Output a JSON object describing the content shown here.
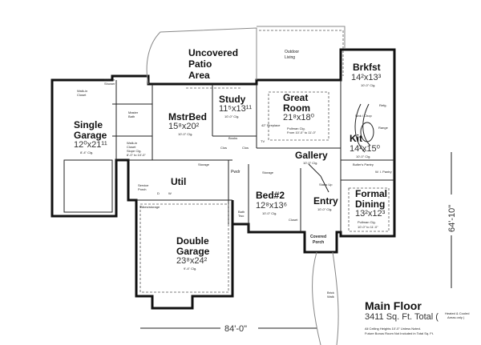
{
  "rooms": {
    "patio": {
      "name1": "Uncovered",
      "name2": "Patio",
      "name3": "Area"
    },
    "outdoor": {
      "name1": "Outdoor",
      "name2": "Living"
    },
    "brkfst": {
      "name": "Brkfst",
      "dims": "14²x13³",
      "clg": "10'-0\" Clg."
    },
    "kit": {
      "name": "Kit",
      "dims": "14²x15⁰",
      "clg": "10'-0\" Clg.",
      "sink": "Sink / Chop",
      "range": "Range",
      "refg": "Refg."
    },
    "butler": {
      "name": "Butler's Pantry"
    },
    "wipantry": {
      "name": "W. I. Pantry"
    },
    "dining": {
      "name1": "Formal",
      "name2": "Dining",
      "dims": "13²x12³",
      "clg1": "Pullman Clg.",
      "clg2": "10'-0\" to 11'-0\""
    },
    "great": {
      "name1": "Great",
      "name2": "Room",
      "dims": "21⁸x18⁰",
      "fireplace": "42\" Fireplace",
      "clg1": "Pullman Clg.",
      "clg2": "From 10'-0\" to 11'-0\"",
      "tv": "TV"
    },
    "study": {
      "name": "Study",
      "dims": "11⁵x13¹¹",
      "clg": "10'-0\" Clg.",
      "books": "Books"
    },
    "mstr": {
      "name": "MstrBed",
      "dims": "15⁸x20²",
      "clg": "10'-0\" Clg."
    },
    "mbath": {
      "name1": "Master",
      "name2": "Bath"
    },
    "wic1": {
      "name1": "Walk-in",
      "name2": "Closet"
    },
    "wis": {
      "name1": "Walk-in",
      "name2": "Shower"
    },
    "wic2": {
      "name1": "Walk-in",
      "name2": "Closet",
      "clg1": "Slope Clg.",
      "clg2": "8'-0\" to 10'-0\""
    },
    "single": {
      "name1": "Single",
      "name2": "Garage",
      "dims": "12⁰x21¹¹",
      "clg": "8'-4\" Clg."
    },
    "clos1": "Clos",
    "clos2": "Clos",
    "storage1": "Storage",
    "storage2": "Storage",
    "gallery": {
      "name": "Gallery",
      "clg": "10'-0\" Clg."
    },
    "util": {
      "name": "Util",
      "d": "D",
      "w": "W"
    },
    "service": {
      "name1": "Service",
      "name2": "Porch"
    },
    "pwdr": {
      "name": "Pwdr"
    },
    "bath2": {
      "name1": "Bath",
      "name2": "Two"
    },
    "bed2": {
      "name": "Bed#2",
      "dims": "12⁸x13⁶",
      "clg": "10'-0\" Clg.",
      "closet": "Closet"
    },
    "stairs": "Stairs Up",
    "entry": {
      "name": "Entry",
      "clg": "10'-0\" Clg."
    },
    "porch": {
      "name1": "Covered",
      "name2": "Porch"
    },
    "dgarage": {
      "name1": "Double",
      "name2": "Garage",
      "dims": "23⁸x24²",
      "clg": "9'-4\" Clg.",
      "storage": "Bikes/storage"
    },
    "walk": {
      "name1": "Brick",
      "name2": "Walk"
    }
  },
  "dimensions": {
    "width": "84'-0\"",
    "depth": "64'-10\""
  },
  "title": {
    "main": "Main Floor",
    "sqft": "3411 Sq. Ft. Total (",
    "note_side1": "Heated & Cooled",
    "note_side2": "Areas only )",
    "note1": "All Ceiling Heights 10'-0\" Unless Noted.",
    "note2": "Future Bonus Room Not Included in Total Sq. Ft."
  }
}
